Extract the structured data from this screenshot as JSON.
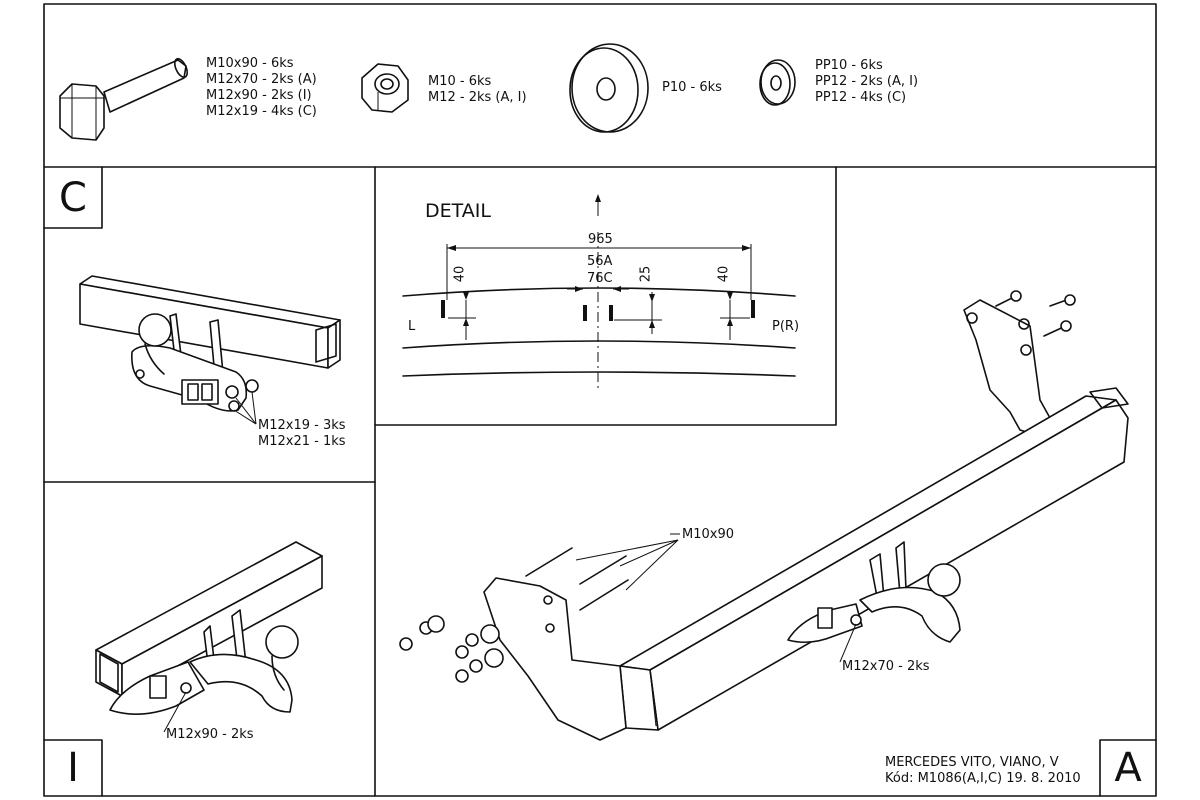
{
  "parts": {
    "bolt": {
      "lines": [
        "M10x90 - 6ks",
        "M12x70 - 2ks (A)",
        "M12x90 - 2ks (I)",
        "M12x19 - 4ks (C)"
      ]
    },
    "nut": {
      "lines": [
        "M10 - 6ks",
        "M12 - 2ks (A, I)"
      ]
    },
    "washer_large": {
      "lines": [
        "P10 - 6ks"
      ]
    },
    "washer_small": {
      "lines": [
        "PP10 - 6ks",
        "PP12 - 2ks (A, I)",
        "PP12 - 4ks (C)"
      ]
    }
  },
  "panel_c": {
    "letter": "C",
    "callout": [
      "M12x19 - 3ks",
      "M12x21 - 1ks"
    ]
  },
  "detail": {
    "title": "DETAIL",
    "dim_965": "965",
    "dim_40_left": "40",
    "dim_25": "25",
    "dim_40_right": "40",
    "label_56a": "56A",
    "label_76c": "76C",
    "side_left": "L",
    "side_right": "P(R)"
  },
  "panel_i": {
    "letter": "I",
    "callout": "M12x90 - 2ks"
  },
  "panel_a": {
    "letter": "A",
    "callout_bolts": "M10x90",
    "callout_mount": "M12x70 - 2ks",
    "title_block": [
      "MERCEDES VITO, VIANO, V",
      "Kód: M1086(A,I,C)  19. 8. 2010"
    ]
  }
}
